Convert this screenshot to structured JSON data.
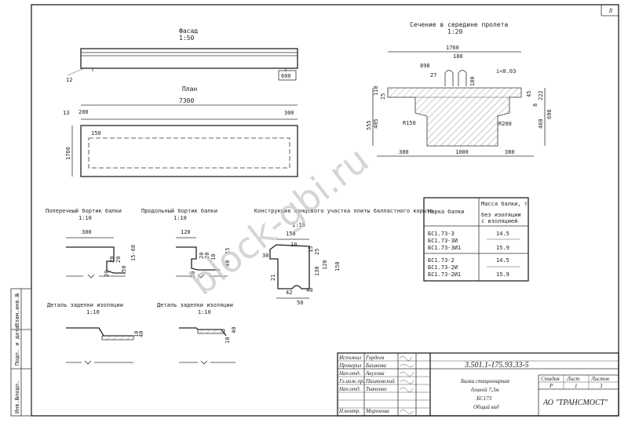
{
  "sheet_number": "8",
  "views": {
    "facade": {
      "title": "Фасад",
      "scale": "1:50",
      "dim_12": "12",
      "dim_600": "600"
    },
    "plan": {
      "title": "План",
      "dim_length": "7300",
      "dim_13": "13",
      "dim_200": "200",
      "dim_300": "300",
      "dim_150": "150",
      "dim_width": "1760"
    },
    "section": {
      "title": "Сечение в середине пролета",
      "scale": "1:20",
      "dim_1760": "1760",
      "dim_180": "180",
      "dim_898": "898",
      "dim_27": "27",
      "dim_180b": "180",
      "dim_slope": "i<0.03",
      "dim_110": "110",
      "dim_25": "25",
      "dim_555": "555",
      "dim_405": "405",
      "dim_r150": "R150",
      "dim_r200": "R200",
      "dim_45": "45",
      "dim_222": "222",
      "dim_8": "8",
      "dim_460": "460",
      "dim_690": "690",
      "dim_380a": "380",
      "dim_1000": "1000",
      "dim_380b": "380"
    },
    "cross_rib": {
      "title": "Поперечный бортик балки",
      "scale": "1:10",
      "dim_300": "300",
      "dim_20a": "20",
      "dim_20b": "20",
      "dim_50": "50",
      "dim_15_60": "15-60",
      "dim_20c": "20"
    },
    "long_rib": {
      "title": "Продольный бортик балки",
      "scale": "1:10",
      "dim_120": "120",
      "dim_20a": "20",
      "dim_20b": "20",
      "dim_10": "10",
      "dim_15": "15",
      "dim_40": "40",
      "dim_20c": "20"
    },
    "end_section": {
      "title": "Конструкция концевого участка плиты балластного корыта",
      "scale": "1:10",
      "dim_150": "150",
      "dim_30": "30",
      "dim_10": "10",
      "dim_15": "15",
      "dim_25": "25",
      "dim_21": "21",
      "dim_130": "130",
      "dim_120": "120",
      "dim_150b": "150",
      "dim_42": "42",
      "dim_40": "40",
      "dim_50": "50"
    },
    "detail_left": {
      "title": "Деталь заделки изоляции",
      "scale": "1:10",
      "dim_10": "10",
      "dim_40": "40"
    },
    "detail_right": {
      "title": "Деталь заделки изоляции",
      "scale": "1:10",
      "dim_10": "10",
      "dim_40": "40"
    }
  },
  "mass_table": {
    "headers": {
      "mark": "Марка балки",
      "mass": "Масса балки, т",
      "without": "без изоляции",
      "with": "с изоляцией"
    },
    "rows": [
      {
        "marks": [
          "БС1.73-3",
          "БС1.73-3И",
          "БС1.73-3И1"
        ],
        "without": "14.5",
        "with": "15.9"
      },
      {
        "marks": [
          "БС1.73-2",
          "БС1.73-2И",
          "БС1.73-2И1"
        ],
        "without": "14.5",
        "with": "15.9"
      }
    ]
  },
  "title_block": {
    "code": "3.501.1-175.93.33-5",
    "roles": [
      "Исполнил",
      "Проверил",
      "Нач.отд.",
      "Гл.инж.пр.",
      "Нач.отд.",
      "Н.контр."
    ],
    "names": [
      "Гордеев",
      "Башкова",
      "Акулова",
      "Пашковский",
      "Ткаченко",
      "Миронова"
    ],
    "description": [
      "Балка стационарная",
      "длиной 7,3м",
      "БС173",
      "Общий вид"
    ],
    "stage_label": "Стадия",
    "sheet_label": "Лист",
    "sheets_label": "Листов",
    "stage": "Р",
    "sheet": "1",
    "sheets": "3",
    "company": "АО \"ТРАНСМОСТ\""
  },
  "side_stamp": [
    "Инв.№подл.",
    "Подп. и дата",
    "Взам.инв.№"
  ],
  "watermark": "block-gbi.ru"
}
